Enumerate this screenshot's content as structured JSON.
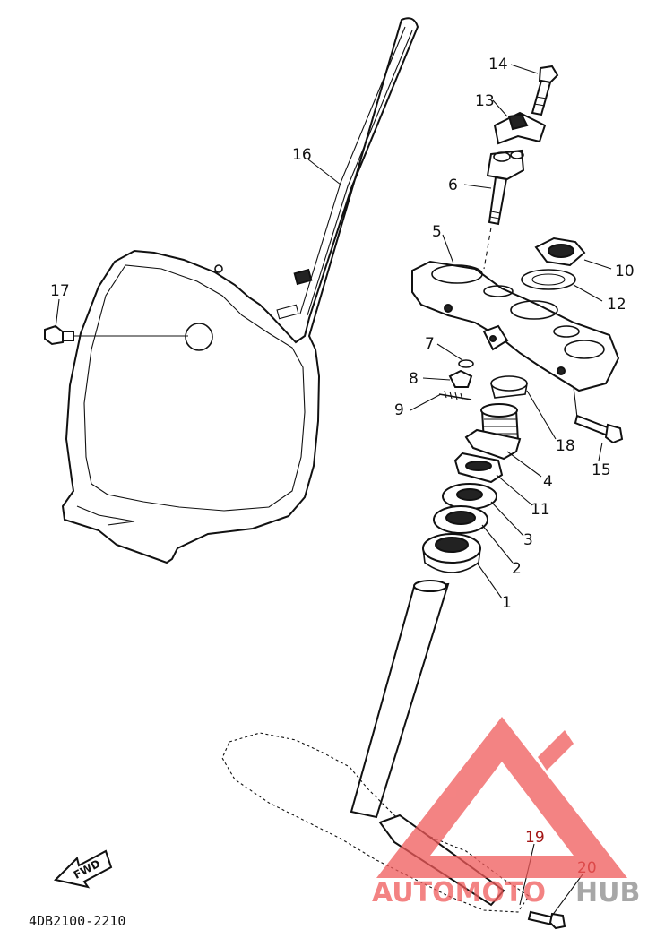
{
  "diagram": {
    "reference_code": "4DB2100-2210",
    "fwd_label": "FWD",
    "part_numbers": {
      "p1": "1",
      "p2": "2",
      "p3": "3",
      "p4": "4",
      "p5": "5",
      "p6": "6",
      "p7": "7",
      "p8": "8",
      "p9": "9",
      "p10": "10",
      "p11": "11",
      "p12": "12",
      "p13": "13",
      "p14": "14",
      "p15": "15",
      "p16": "16",
      "p17": "17",
      "p18": "18",
      "p19": "19",
      "p20": "20"
    }
  },
  "watermark": {
    "text_part1": "AUTOMOTO",
    "text_part2": "HUB",
    "colors": {
      "accent": "#f05a5a",
      "secondary": "#8a8a8a"
    }
  }
}
